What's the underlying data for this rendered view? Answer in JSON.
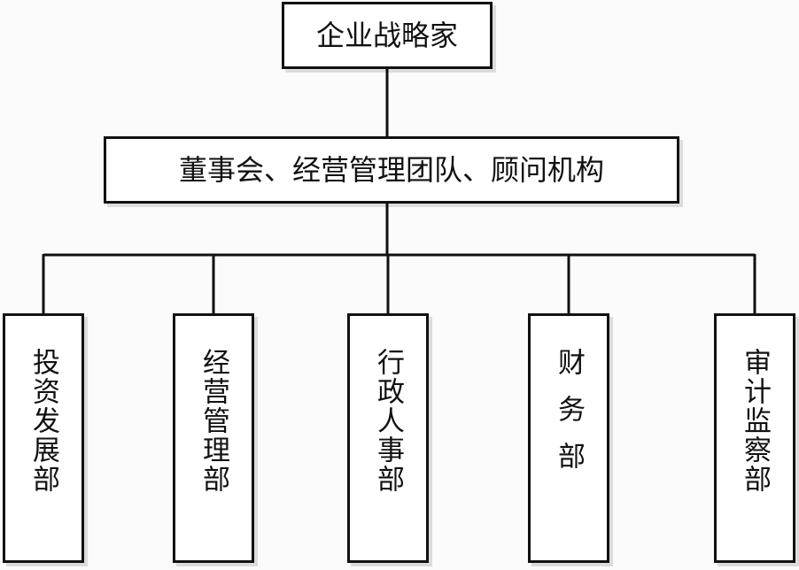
{
  "diagram": {
    "top": {
      "label": "企业战略家"
    },
    "middle": {
      "label": "董事会、经营管理团队、顾问机构"
    },
    "departments": [
      {
        "label": "投资发展部"
      },
      {
        "label": "经营管理部"
      },
      {
        "label": "行政人事部"
      },
      {
        "label": "财务部"
      },
      {
        "label": "审计监察部"
      }
    ]
  },
  "colors": {
    "line": "#111111",
    "box_fill": "#ffffff",
    "background": "#fbfbfb"
  }
}
